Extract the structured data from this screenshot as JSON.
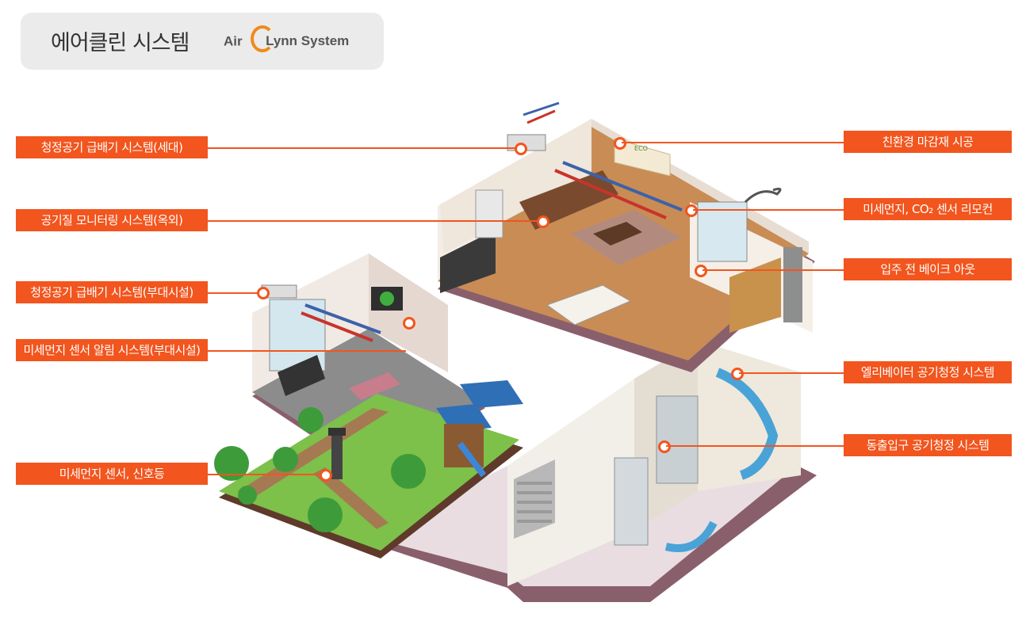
{
  "header": {
    "title": "에어클린 시스템",
    "brand_air": "Air",
    "brand_lynn": "Lynn System"
  },
  "labels": {
    "left": [
      "청정공기 급배기 시스템(세대)",
      "공기질 모니터링 시스템(옥외)",
      "청정공기 급배기 시스템(부대시설)",
      "미세먼지 센서 알림 시스템(부대시설)",
      "미세먼지 센서, 신호등"
    ],
    "right": [
      "친환경 마감재 시공",
      "미세먼지, CO₂ 센서 리모컨",
      "입주 전 베이크 아웃",
      "엘리베이터 공기청정 시스템",
      "동출입구 공기청정 시스템"
    ]
  },
  "scene": {
    "eco_label": "ECO"
  },
  "colors": {
    "accent": "#f2551e",
    "brand_ring": "#f08a1c",
    "header_bg": "#ebebeb"
  }
}
